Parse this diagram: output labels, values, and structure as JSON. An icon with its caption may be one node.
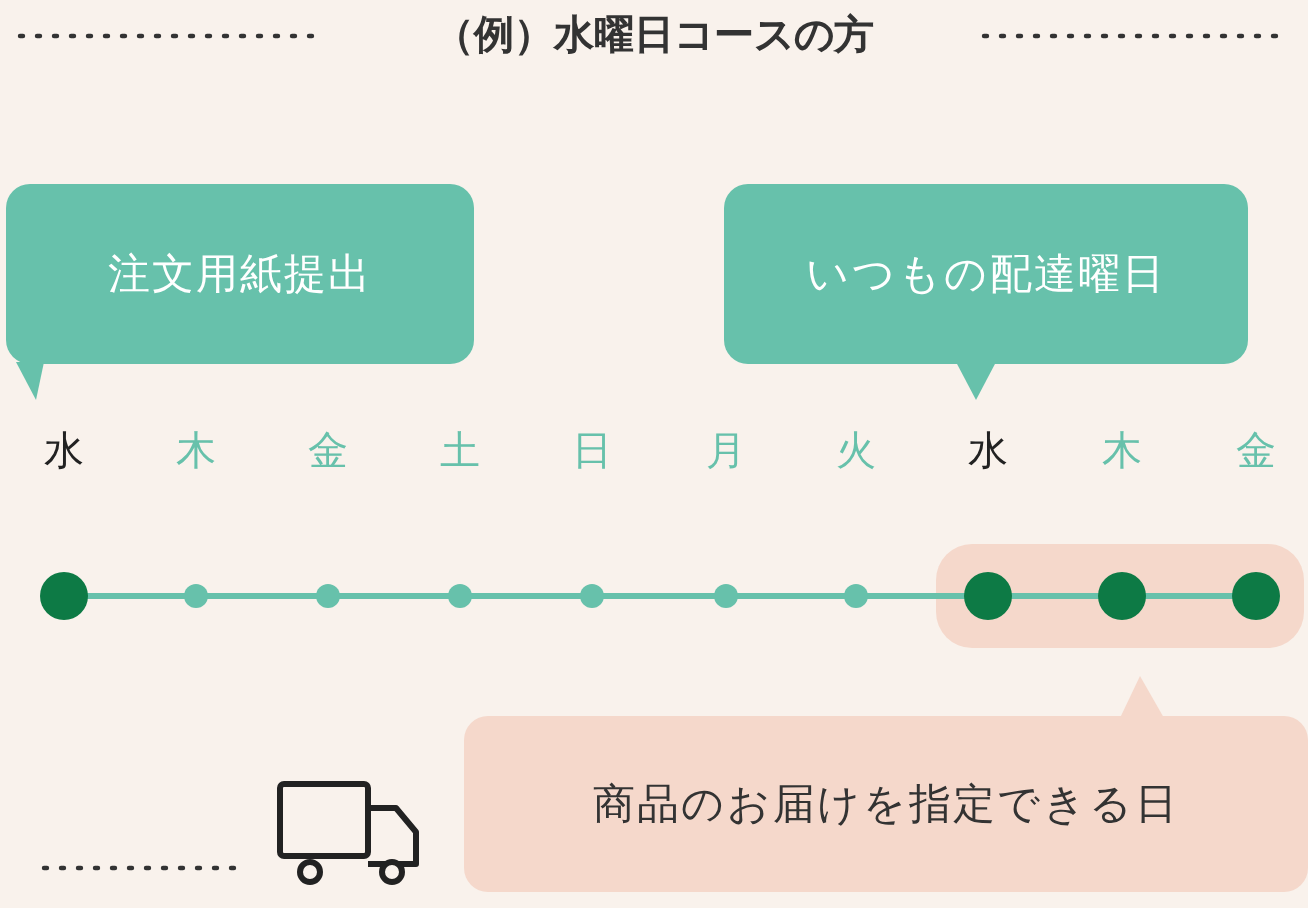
{
  "diagram": {
    "title": "（例）水曜日コースの方",
    "nodes": [
      {
        "text": [
          "注文用紙提出"
        ]
      },
      {
        "text": [
          "いつもの配達曜日"
        ]
      },
      {
        "text": [
          "商品のお届けを指定できる日"
        ]
      }
    ],
    "labels": [
      "水",
      "木",
      "金",
      "土",
      "日",
      "月",
      "火",
      "水",
      "木",
      "金"
    ]
  }
}
